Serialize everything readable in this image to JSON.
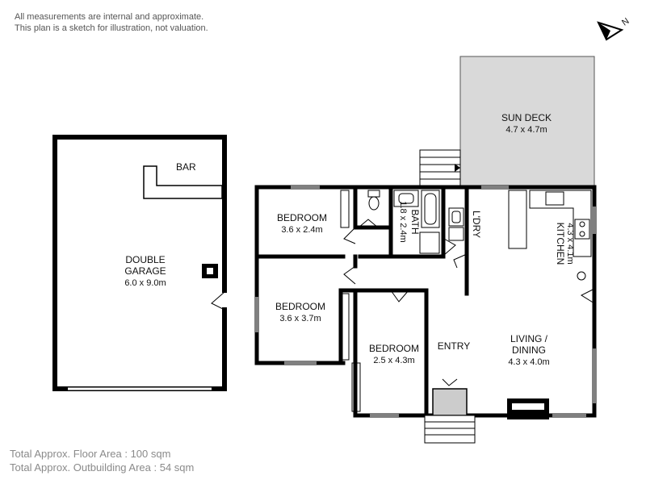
{
  "disclaimer": {
    "line1": "All measurements are internal and approximate.",
    "line2": "This plan is a sketch for illustration, not valuation."
  },
  "compass": {
    "label": "N",
    "icon": "north-arrow-icon"
  },
  "rooms": {
    "sun_deck": {
      "name": "SUN DECK",
      "dims": "4.7 x 4.7m"
    },
    "bar": {
      "name": "BAR"
    },
    "double_garage": {
      "name_line1": "DOUBLE",
      "name_line2": "GARAGE",
      "dims": "6.0 x 9.0m"
    },
    "bedroom_1": {
      "name": "BEDROOM",
      "dims": "3.6 x 2.4m"
    },
    "bath": {
      "name": "BATH",
      "dims": "1.8 x 2.4m"
    },
    "laundry": {
      "name": "L'DRY"
    },
    "kitchen": {
      "name": "KITCHEN",
      "dims": "4.3 x 4.1m"
    },
    "bedroom_2": {
      "name": "BEDROOM",
      "dims": "3.6 x 3.7m"
    },
    "bedroom_3": {
      "name": "BEDROOM",
      "dims": "2.5 x 4.3m"
    },
    "entry": {
      "name": "ENTRY"
    },
    "living_dining": {
      "name_line1": "LIVING /",
      "name_line2": "DINING",
      "dims": "4.3 x 4.0m"
    }
  },
  "colors": {
    "wall": "#000000",
    "deck_fill": "#d9d9d9",
    "entry_step": "#cccccc",
    "summary_text": "#8a8a8a"
  },
  "summary": {
    "floor_area": "Total Approx. Floor Area : 100 sqm",
    "outbuilding_area": "Total Approx. Outbuilding Area : 54 sqm"
  }
}
